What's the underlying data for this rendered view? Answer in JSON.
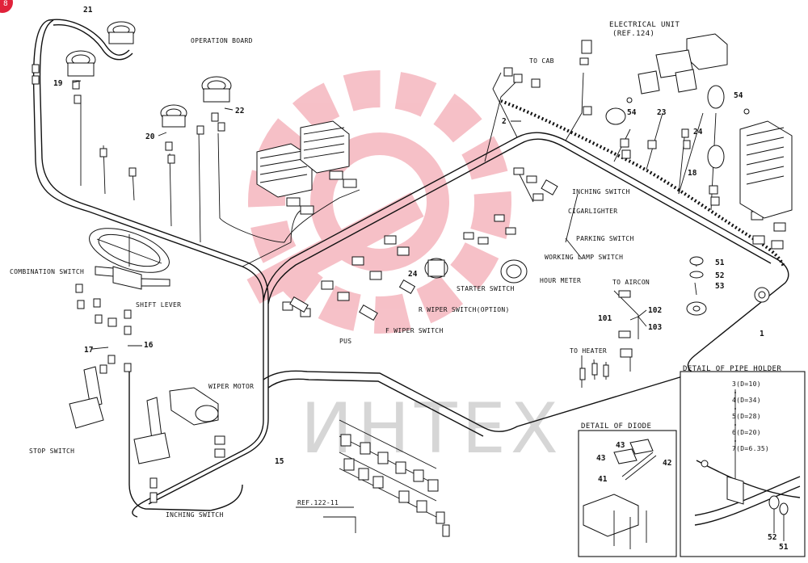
{
  "corner_badge": "8",
  "watermark": "ИНТЕХ",
  "labels": {
    "electrical_unit": "ELECTRICAL UNIT",
    "electrical_unit_ref": "(REF.124)",
    "operation_board": "OPERATION BOARD",
    "to_cab": "TO CAB",
    "inching_switch_top": "INCHING SWITCH",
    "cigarlighter": "CIGARLIGHTER",
    "parking_switch": "PARKING SWITCH",
    "working_lamp_switch": "WORKING LAMP SWITCH",
    "hour_meter": "HOUR METER",
    "starter_switch": "STARTER SWITCH",
    "r_wiper_switch": "R WIPER SWITCH(OPTION)",
    "f_wiper_switch": "F WIPER SWITCH",
    "pus": "PUS",
    "combination_switch": "COMBINATION SWITCH",
    "shift_lever": "SHIFT LEVER",
    "wiper_motor": "WIPER MOTOR",
    "stop_switch": "STOP SWITCH",
    "inching_switch_bottom": "INCHING SWITCH",
    "to_aircon": "TO AIRCON",
    "to_heater": "TO HEATER",
    "ref_122": "REF.122-11"
  },
  "callouts": {
    "n21": "21",
    "n19": "19",
    "n20": "20",
    "n22": "22",
    "n2": "2",
    "n54a": "54",
    "n23": "23",
    "n54b": "54",
    "n24a": "24",
    "n18": "18",
    "n51": "51",
    "n52": "52",
    "n53": "53",
    "n1": "1",
    "n24b": "24",
    "n101": "101",
    "n102": "102",
    "n103": "103",
    "n17": "17",
    "n16": "16",
    "n15": "15"
  },
  "detail_diode": {
    "title": "DETAIL OF DIODE",
    "n43a": "43",
    "n43b": "43",
    "n42": "42",
    "n41": "41"
  },
  "detail_pipe_holder": {
    "title": "DETAIL OF PIPE HOLDER",
    "rows": [
      "3(D=10)",
      "4(D=34)",
      "5(D=28)",
      "6(D=20)",
      "7(D=6.35)"
    ],
    "n52": "52",
    "n51": "51"
  }
}
